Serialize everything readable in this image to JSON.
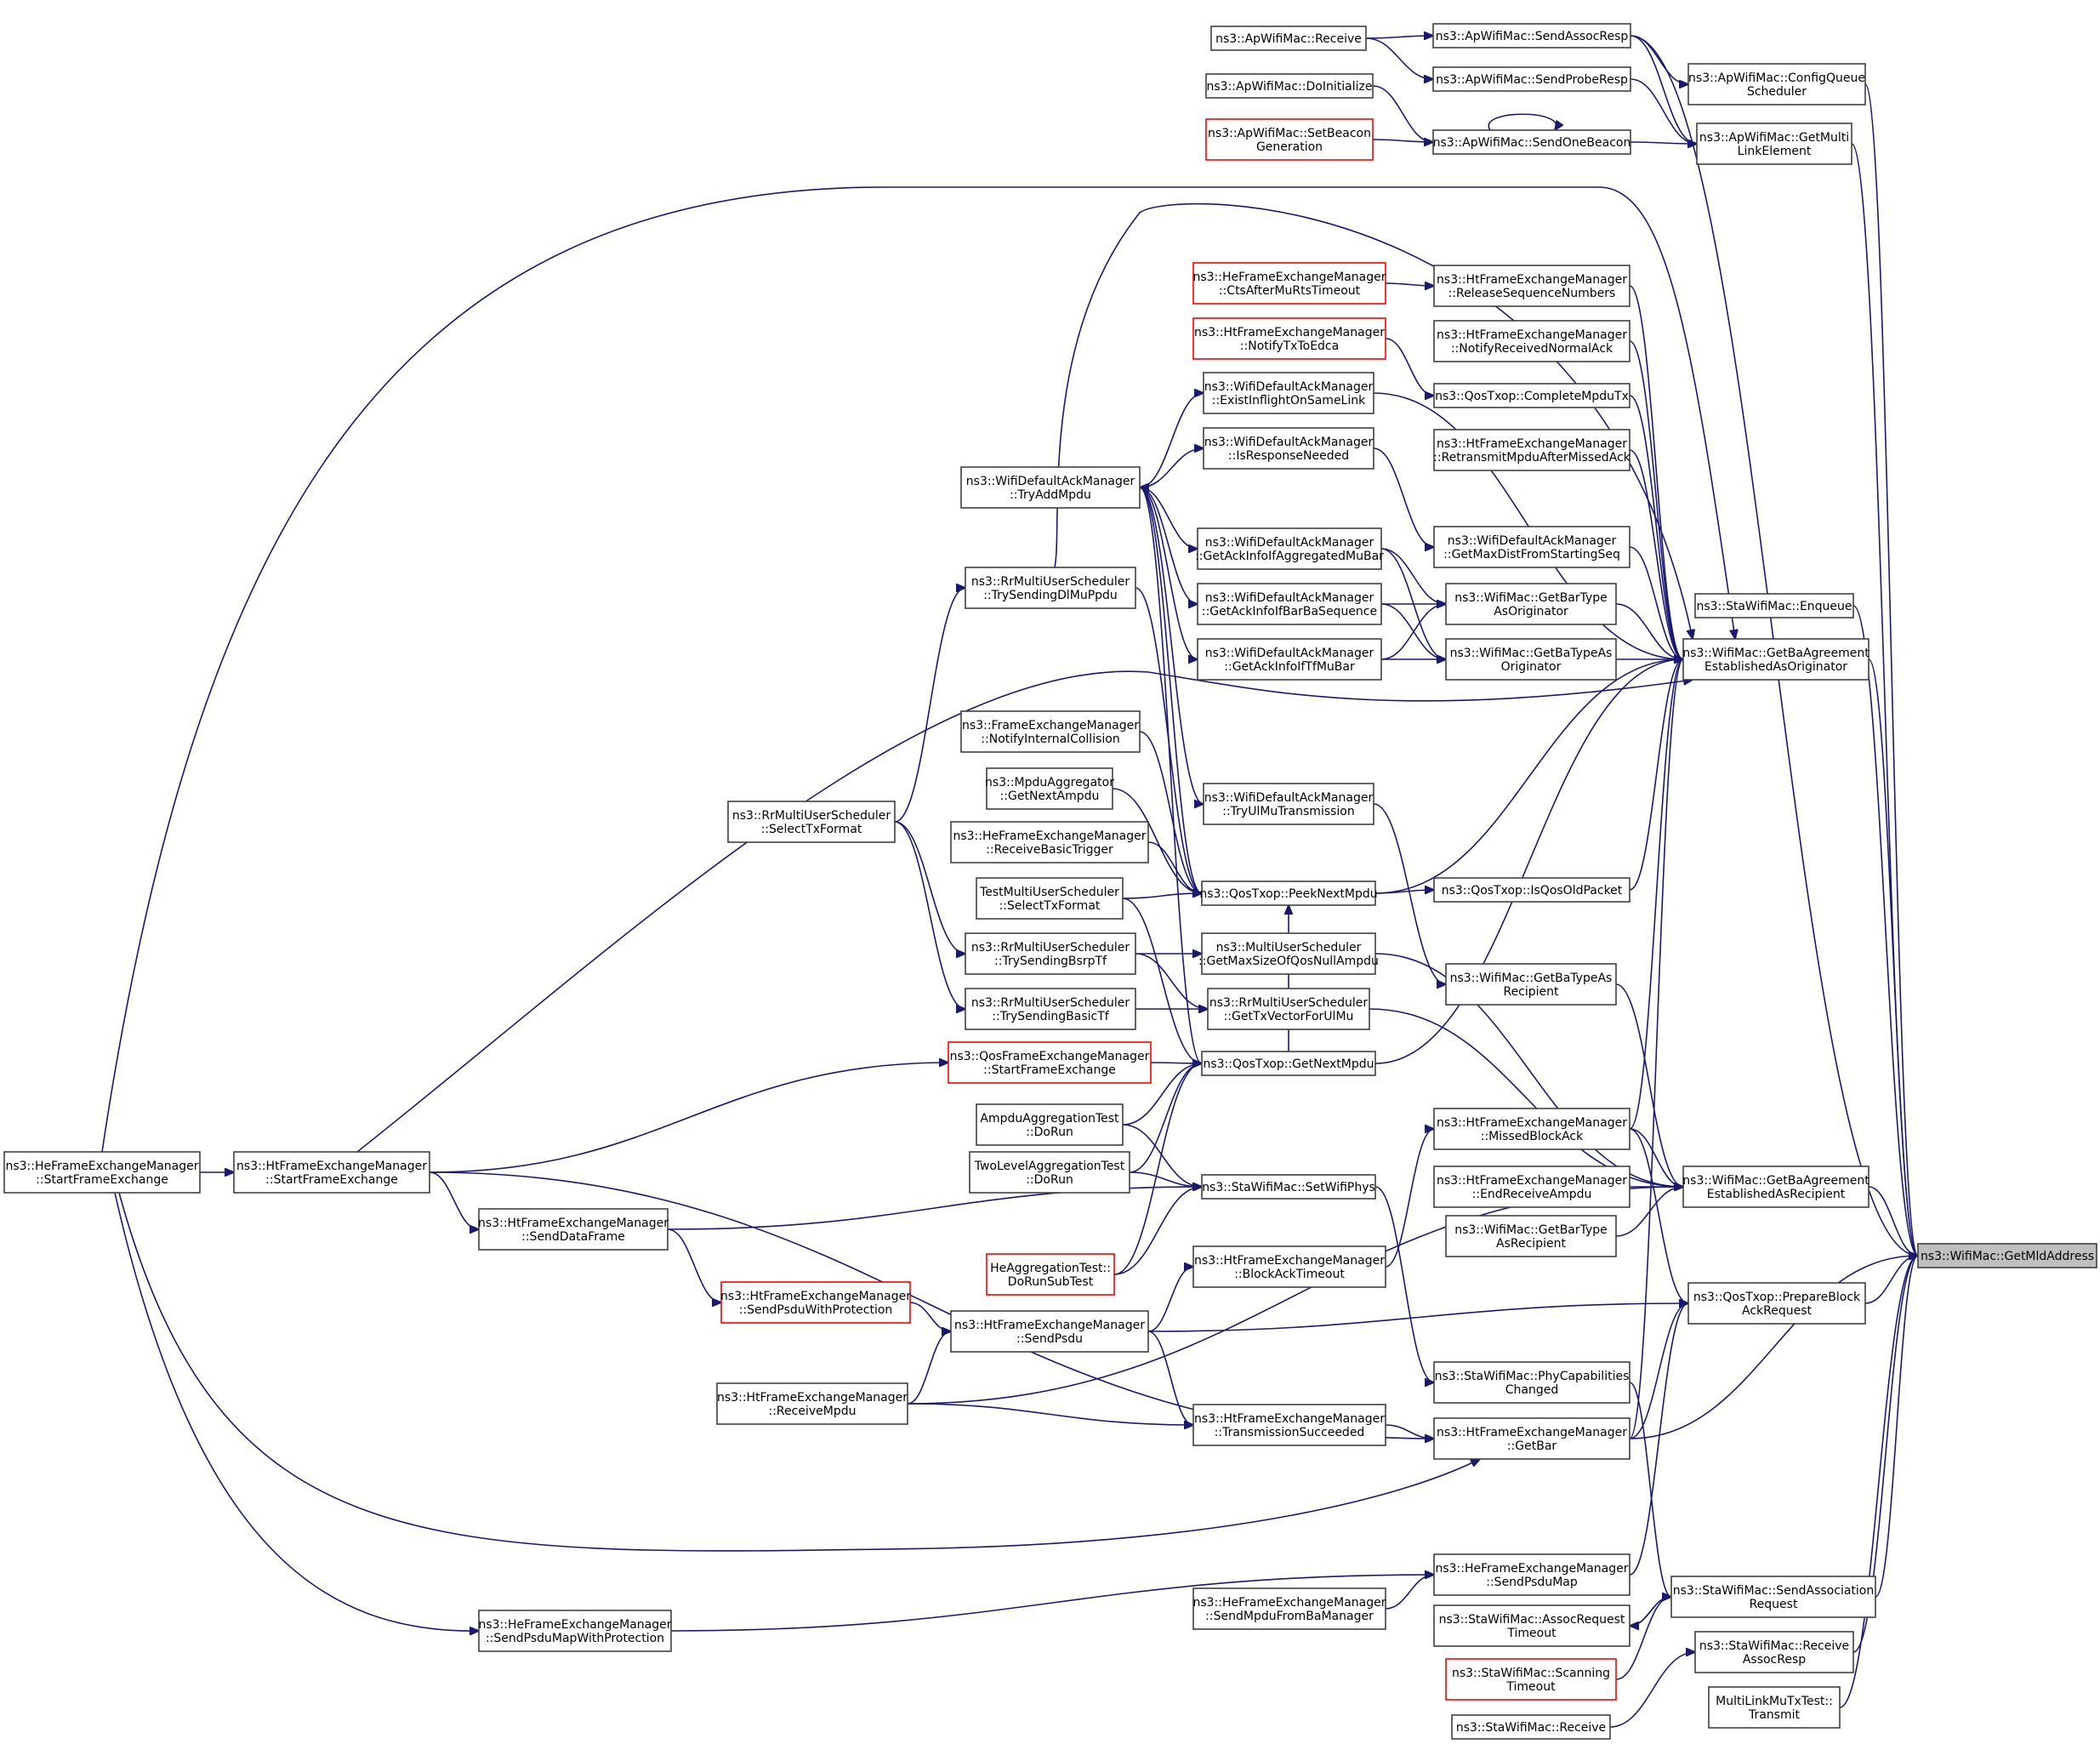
{
  "graph": {
    "colors": {
      "edge": "#191970",
      "node_border": "#404040",
      "truncated_border": "#ff0000",
      "root_fill": "#bfbfbf"
    },
    "nodes": [
      {
        "id": "root",
        "lines": [
          "ns3::WifiMac::GetMldAddress"
        ]
      },
      {
        "id": "apRecv",
        "lines": [
          "ns3::ApWifiMac::Receive"
        ]
      },
      {
        "id": "sendAssocResp",
        "lines": [
          "ns3::ApWifiMac::SendAssocResp"
        ]
      },
      {
        "id": "configQueue",
        "lines": [
          "ns3::ApWifiMac::ConfigQueue",
          "Scheduler"
        ]
      },
      {
        "id": "sendProbeResp",
        "lines": [
          "ns3::ApWifiMac::SendProbeResp"
        ]
      },
      {
        "id": "doInit",
        "lines": [
          "ns3::ApWifiMac::DoInitialize"
        ]
      },
      {
        "id": "setBeacon",
        "lines": [
          "ns3::ApWifiMac::SetBeacon",
          "Generation"
        ]
      },
      {
        "id": "sendOneBeacon",
        "lines": [
          "ns3::ApWifiMac::SendOneBeacon"
        ]
      },
      {
        "id": "getMultiLink",
        "lines": [
          "ns3::ApWifiMac::GetMulti",
          "LinkElement"
        ]
      },
      {
        "id": "ctsAfterMu",
        "lines": [
          "ns3::HeFrameExchangeManager",
          "::CtsAfterMuRtsTimeout"
        ]
      },
      {
        "id": "releaseSeq",
        "lines": [
          "ns3::HtFrameExchangeManager",
          "::ReleaseSequenceNumbers"
        ]
      },
      {
        "id": "notifyTxEdca",
        "lines": [
          "ns3::HtFrameExchangeManager",
          "::NotifyTxToEdca"
        ]
      },
      {
        "id": "notifyRecvAck",
        "lines": [
          "ns3::HtFrameExchangeManager",
          "::NotifyReceivedNormalAck"
        ]
      },
      {
        "id": "existInflight",
        "lines": [
          "ns3::WifiDefaultAckManager",
          "::ExistInflightOnSameLink"
        ]
      },
      {
        "id": "completeMpdu",
        "lines": [
          "ns3::QosTxop::CompleteMpduTx"
        ]
      },
      {
        "id": "isResponse",
        "lines": [
          "ns3::WifiDefaultAckManager",
          "::IsResponseNeeded"
        ]
      },
      {
        "id": "retransmit",
        "lines": [
          "ns3::HtFrameExchangeManager",
          "::RetransmitMpduAfterMissedAck"
        ]
      },
      {
        "id": "tryAddMpdu",
        "lines": [
          "ns3::WifiDefaultAckManager",
          "::TryAddMpdu"
        ]
      },
      {
        "id": "ackAggMuBar",
        "lines": [
          "ns3::WifiDefaultAckManager",
          "::GetAckInfoIfAggregatedMuBar"
        ]
      },
      {
        "id": "maxDist",
        "lines": [
          "ns3::WifiDefaultAckManager",
          "::GetMaxDistFromStartingSeq"
        ]
      },
      {
        "id": "tryDlMu",
        "lines": [
          "ns3::RrMultiUserScheduler",
          "::TrySendingDlMuPpdu"
        ]
      },
      {
        "id": "ackBarBa",
        "lines": [
          "ns3::WifiDefaultAckManager",
          "::GetAckInfoIfBarBaSequence"
        ]
      },
      {
        "id": "barTypeOrig",
        "lines": [
          "ns3::WifiMac::GetBarType",
          "AsOriginator"
        ]
      },
      {
        "id": "staEnqueue",
        "lines": [
          "ns3::StaWifiMac::Enqueue"
        ]
      },
      {
        "id": "ackTfMuBar",
        "lines": [
          "ns3::WifiDefaultAckManager",
          "::GetAckInfoIfTfMuBar"
        ]
      },
      {
        "id": "baTypeOrig",
        "lines": [
          "ns3::WifiMac::GetBaTypeAs",
          "Originator"
        ]
      },
      {
        "id": "baEstOrig",
        "lines": [
          "ns3::WifiMac::GetBaAgreement",
          "EstablishedAsOriginator"
        ]
      },
      {
        "id": "notifyCollision",
        "lines": [
          "ns3::FrameExchangeManager",
          "::NotifyInternalCollision"
        ]
      },
      {
        "id": "mpduAgg",
        "lines": [
          "ns3::MpduAggregator",
          "::GetNextAmpdu"
        ]
      },
      {
        "id": "tryUlMu",
        "lines": [
          "ns3::WifiDefaultAckManager",
          "::TryUlMuTransmission"
        ]
      },
      {
        "id": "selectTxFormat",
        "lines": [
          "ns3::RrMultiUserScheduler",
          "::SelectTxFormat"
        ]
      },
      {
        "id": "recvBasicTrigger",
        "lines": [
          "ns3::HeFrameExchangeManager",
          "::ReceiveBasicTrigger"
        ]
      },
      {
        "id": "testSelectTx",
        "lines": [
          "TestMultiUserScheduler",
          "::SelectTxFormat"
        ]
      },
      {
        "id": "peekNext",
        "lines": [
          "ns3::QosTxop::PeekNextMpdu"
        ]
      },
      {
        "id": "isQosOld",
        "lines": [
          "ns3::QosTxop::IsQosOldPacket"
        ]
      },
      {
        "id": "tryBsrp",
        "lines": [
          "ns3::RrMultiUserScheduler",
          "::TrySendingBsrpTf"
        ]
      },
      {
        "id": "maxSizeQosNull",
        "lines": [
          "ns3::MultiUserScheduler",
          "::GetMaxSizeOfQosNullAmpdu"
        ]
      },
      {
        "id": "baTypeRecip",
        "lines": [
          "ns3::WifiMac::GetBaTypeAs",
          "Recipient"
        ]
      },
      {
        "id": "tryBasicTf",
        "lines": [
          "ns3::RrMultiUserScheduler",
          "::TrySendingBasicTf"
        ]
      },
      {
        "id": "txVectorUlMu",
        "lines": [
          "ns3::RrMultiUserScheduler",
          "::GetTxVectorForUlMu"
        ]
      },
      {
        "id": "qosStartFE",
        "lines": [
          "ns3::QosFrameExchangeManager",
          "::StartFrameExchange"
        ]
      },
      {
        "id": "getNextMpdu",
        "lines": [
          "ns3::QosTxop::GetNextMpdu"
        ]
      },
      {
        "id": "ampduTest",
        "lines": [
          "AmpduAggregationTest",
          "::DoRun"
        ]
      },
      {
        "id": "missedBlockAck",
        "lines": [
          "ns3::HtFrameExchangeManager",
          "::MissedBlockAck"
        ]
      },
      {
        "id": "heStartFE",
        "lines": [
          "ns3::HeFrameExchangeManager",
          "::StartFrameExchange"
        ]
      },
      {
        "id": "htStartFE",
        "lines": [
          "ns3::HtFrameExchangeManager",
          "::StartFrameExchange"
        ]
      },
      {
        "id": "twoLevelTest",
        "lines": [
          "TwoLevelAggregationTest",
          "::DoRun"
        ]
      },
      {
        "id": "setWifiPhys",
        "lines": [
          "ns3::StaWifiMac::SetWifiPhys"
        ]
      },
      {
        "id": "endRecvAmpdu",
        "lines": [
          "ns3::HtFrameExchangeManager",
          "::EndReceiveAmpdu"
        ]
      },
      {
        "id": "baEstRecip",
        "lines": [
          "ns3::WifiMac::GetBaAgreement",
          "EstablishedAsRecipient"
        ]
      },
      {
        "id": "sendDataFrame",
        "lines": [
          "ns3::HtFrameExchangeManager",
          "::SendDataFrame"
        ]
      },
      {
        "id": "barTypeRecip",
        "lines": [
          "ns3::WifiMac::GetBarType",
          "AsRecipient"
        ]
      },
      {
        "id": "heAggTest",
        "lines": [
          "HeAggregationTest::",
          "DoRunSubTest"
        ]
      },
      {
        "id": "blockAckTimeout",
        "lines": [
          "ns3::HtFrameExchangeManager",
          "::BlockAckTimeout"
        ]
      },
      {
        "id": "sendPsduProt",
        "lines": [
          "ns3::HtFrameExchangeManager",
          "::SendPsduWithProtection"
        ]
      },
      {
        "id": "prepareBar",
        "lines": [
          "ns3::QosTxop::PrepareBlock",
          "AckRequest"
        ]
      },
      {
        "id": "sendPsdu",
        "lines": [
          "ns3::HtFrameExchangeManager",
          "::SendPsdu"
        ]
      },
      {
        "id": "phyCap",
        "lines": [
          "ns3::StaWifiMac::PhyCapabilities",
          "Changed"
        ]
      },
      {
        "id": "receiveMpdu",
        "lines": [
          "ns3::HtFrameExchangeManager",
          "::ReceiveMpdu"
        ]
      },
      {
        "id": "txSucceeded",
        "lines": [
          "ns3::HtFrameExchangeManager",
          "::TransmissionSucceeded"
        ]
      },
      {
        "id": "getBar",
        "lines": [
          "ns3::HtFrameExchangeManager",
          "::GetBar"
        ]
      },
      {
        "id": "sendPsduMap",
        "lines": [
          "ns3::HeFrameExchangeManager",
          "::SendPsduMap"
        ]
      },
      {
        "id": "sendMpduBa",
        "lines": [
          "ns3::HeFrameExchangeManager",
          "::SendMpduFromBaManager"
        ]
      },
      {
        "id": "sendAssocReq",
        "lines": [
          "ns3::StaWifiMac::SendAssociation",
          "Request"
        ]
      },
      {
        "id": "sendPsduMapProt",
        "lines": [
          "ns3::HeFrameExchangeManager",
          "::SendPsduMapWithProtection"
        ]
      },
      {
        "id": "assocReqTimeout",
        "lines": [
          "ns3::StaWifiMac::AssocRequest",
          "Timeout"
        ]
      },
      {
        "id": "recvAssocResp",
        "lines": [
          "ns3::StaWifiMac::Receive",
          "AssocResp"
        ]
      },
      {
        "id": "scanTimeout",
        "lines": [
          "ns3::StaWifiMac::Scanning",
          "Timeout"
        ]
      },
      {
        "id": "multiLinkTest",
        "lines": [
          "MultiLinkMuTxTest::",
          "Transmit"
        ]
      },
      {
        "id": "staRecv",
        "lines": [
          "ns3::StaWifiMac::Receive"
        ]
      }
    ]
  }
}
